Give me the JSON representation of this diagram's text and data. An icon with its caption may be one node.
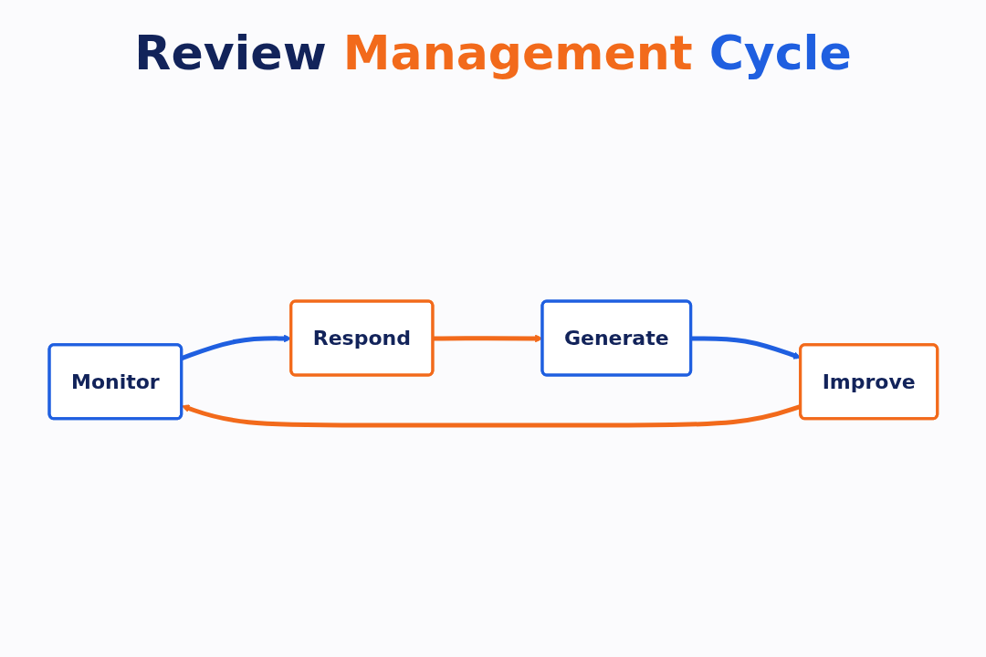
{
  "diagram": {
    "title": "Review Management Cycle",
    "nodes": [
      {
        "text": [
          "Monitor"
        ]
      },
      {
        "text": [
          "Respond"
        ]
      },
      {
        "text": [
          "Generate"
        ]
      },
      {
        "text": [
          "Improve"
        ]
      }
    ],
    "edges": [
      {
        "from": 0,
        "to": 1,
        "arrow": "to",
        "color": "#1f5fe0"
      },
      {
        "from": 1,
        "to": 2,
        "arrow": "to",
        "color": "#f26a1b"
      },
      {
        "from": 2,
        "to": 3,
        "arrow": "to",
        "color": "#1f5fe0"
      },
      {
        "from": 3,
        "to": 0,
        "arrow": "to",
        "color": "#f26a1b"
      }
    ]
  }
}
